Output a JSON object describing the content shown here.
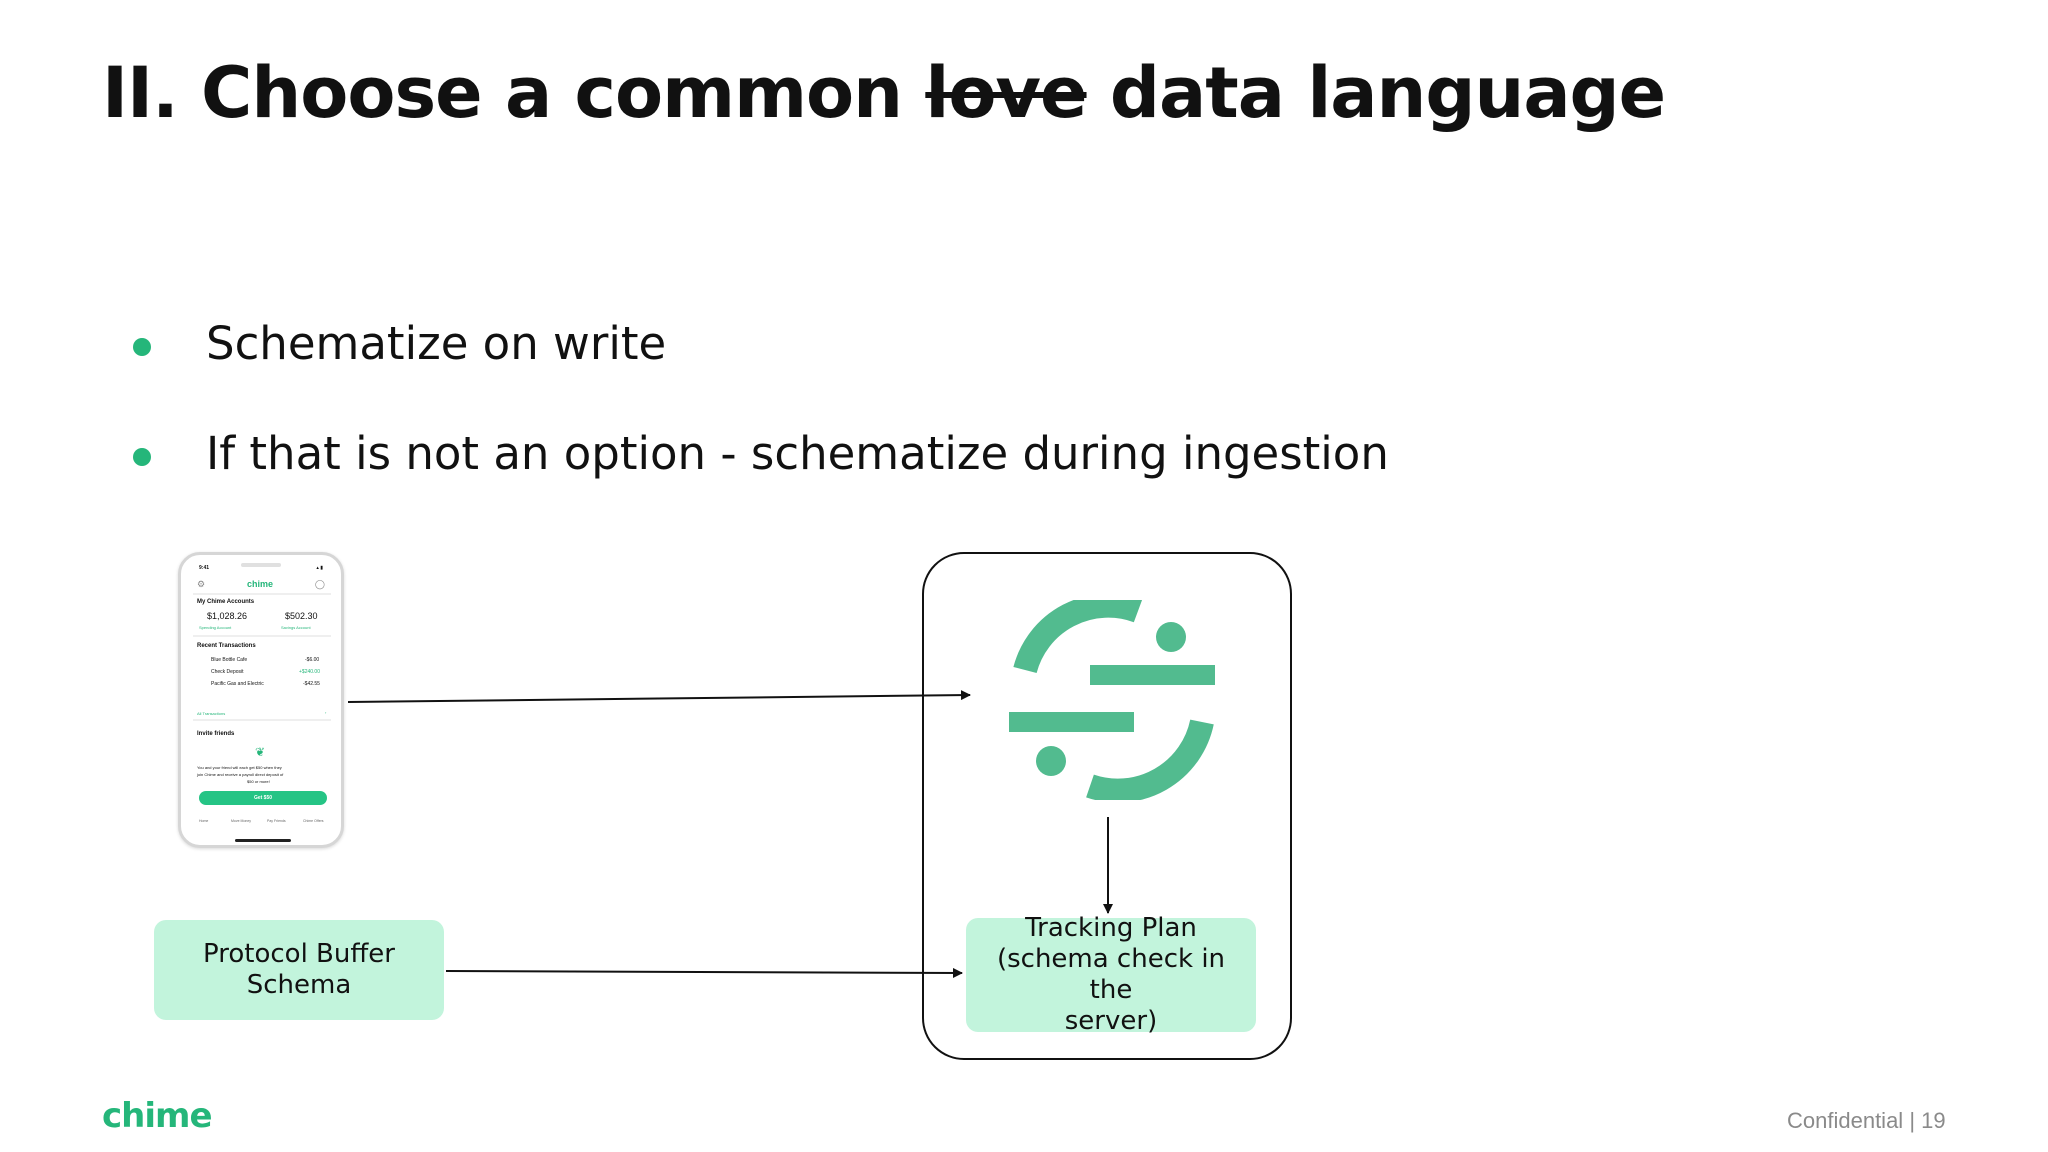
{
  "slide": {
    "title_before": "II. Choose a common ",
    "title_strike": "love",
    "title_after": " data language",
    "bullets": [
      "Schematize on write",
      "If that is not an option - schematize during ingestion"
    ],
    "footer_confidential": "Confidential",
    "footer_separator": "|",
    "page_number": "19",
    "footer_logo_text": "chime"
  },
  "diagram": {
    "proto_box": {
      "line1": "Protocol Buffer",
      "line2": "Schema"
    },
    "tracking_box": {
      "line1": "Tracking Plan",
      "line2": "(schema check in the",
      "line3": "server)"
    },
    "logo_icon": "segment-logo-icon"
  },
  "phone": {
    "time": "9:41",
    "brand": "chime",
    "accounts_title": "My Chime Accounts",
    "spending_amount": "$1,028.26",
    "spending_label": "Spending Account",
    "savings_amount": "$502.30",
    "savings_label": "Savings Account",
    "recent_title": "Recent Transactions",
    "transactions": [
      {
        "name": "Blue Bottle Cafe",
        "amount": "-$6.00"
      },
      {
        "name": "Check Deposit",
        "amount": "+$240.00"
      },
      {
        "name": "Pacific Gas and Electric",
        "amount": "-$42.55"
      }
    ],
    "all_transactions": "All Transactions",
    "invite_title": "Invite friends",
    "invite_body_1": "You and your friend will each get $50 when they",
    "invite_body_2": "join Chime and receive a payroll direct deposit of",
    "invite_body_3": "$50 or more!",
    "cta": "Get $50",
    "nav": [
      "Home",
      "Move Money",
      "Pay Friends",
      "Chime Offers"
    ]
  },
  "colors": {
    "accent_green": "#25b67a",
    "box_fill": "#c2f4dc",
    "logo_green": "#52bb8f"
  }
}
